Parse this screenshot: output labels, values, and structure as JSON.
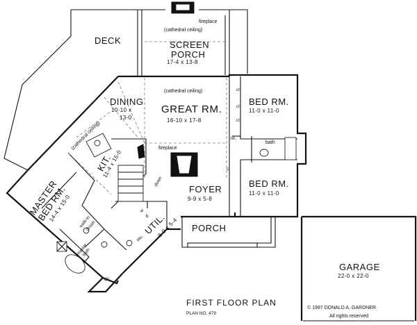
{
  "rooms": {
    "deck": "DECK",
    "screen_porch": {
      "line1": "SCREEN",
      "line2": "PORCH",
      "dims": "17-4 x 13-8",
      "note": "(cathedral ceiling)"
    },
    "fireplace_top": "fireplace",
    "dining": {
      "name": "DINING",
      "dims1": "10-10 x",
      "dims2": "13-0"
    },
    "great_room": {
      "name": "GREAT RM.",
      "dims": "16-10 x 17-8",
      "note": "(cathedral ceiling)"
    },
    "bed1": {
      "name": "BED RM.",
      "dims": "11-0 x 11-0"
    },
    "bed2": {
      "name": "BED RM.",
      "dims": "11-0 x 11-0"
    },
    "kitchen": {
      "name": "KIT.",
      "dims": "11-4 x 15-0",
      "note": "(cathedral ceiling)"
    },
    "fireplace_great": "fireplace",
    "foyer": {
      "name": "FOYER",
      "dims": "9-9 x 5-8"
    },
    "master_bed": {
      "line1": "MASTER",
      "line2": "BED RM.",
      "dims": "14-4 x 15-0"
    },
    "walk_in_closet": {
      "line1": "walk-in",
      "line2": "closet"
    },
    "master_bath": {
      "line1": "master",
      "line2": "bath"
    },
    "util": {
      "name": "UTIL.",
      "dims": "8-0 x 5-4"
    },
    "porch": "PORCH",
    "garage": {
      "name": "GARAGE",
      "dims": "22-0 x 22-0"
    },
    "bath": "bath"
  },
  "small_labels": {
    "cl_1": "cl",
    "cl_2": "cl",
    "cl_3": "cl",
    "cl_4": "cl",
    "lin_1": "lin.",
    "lin_2": "lin.",
    "down": "down",
    "sto": "sto.",
    "w": "w",
    "d": "d"
  },
  "footer": {
    "title": "FIRST FLOOR PLAN",
    "plan_no": "PLAN NO. 479",
    "copyright": "© 1997 DONALD A. GARDNER",
    "rights": "All rights reserved"
  }
}
